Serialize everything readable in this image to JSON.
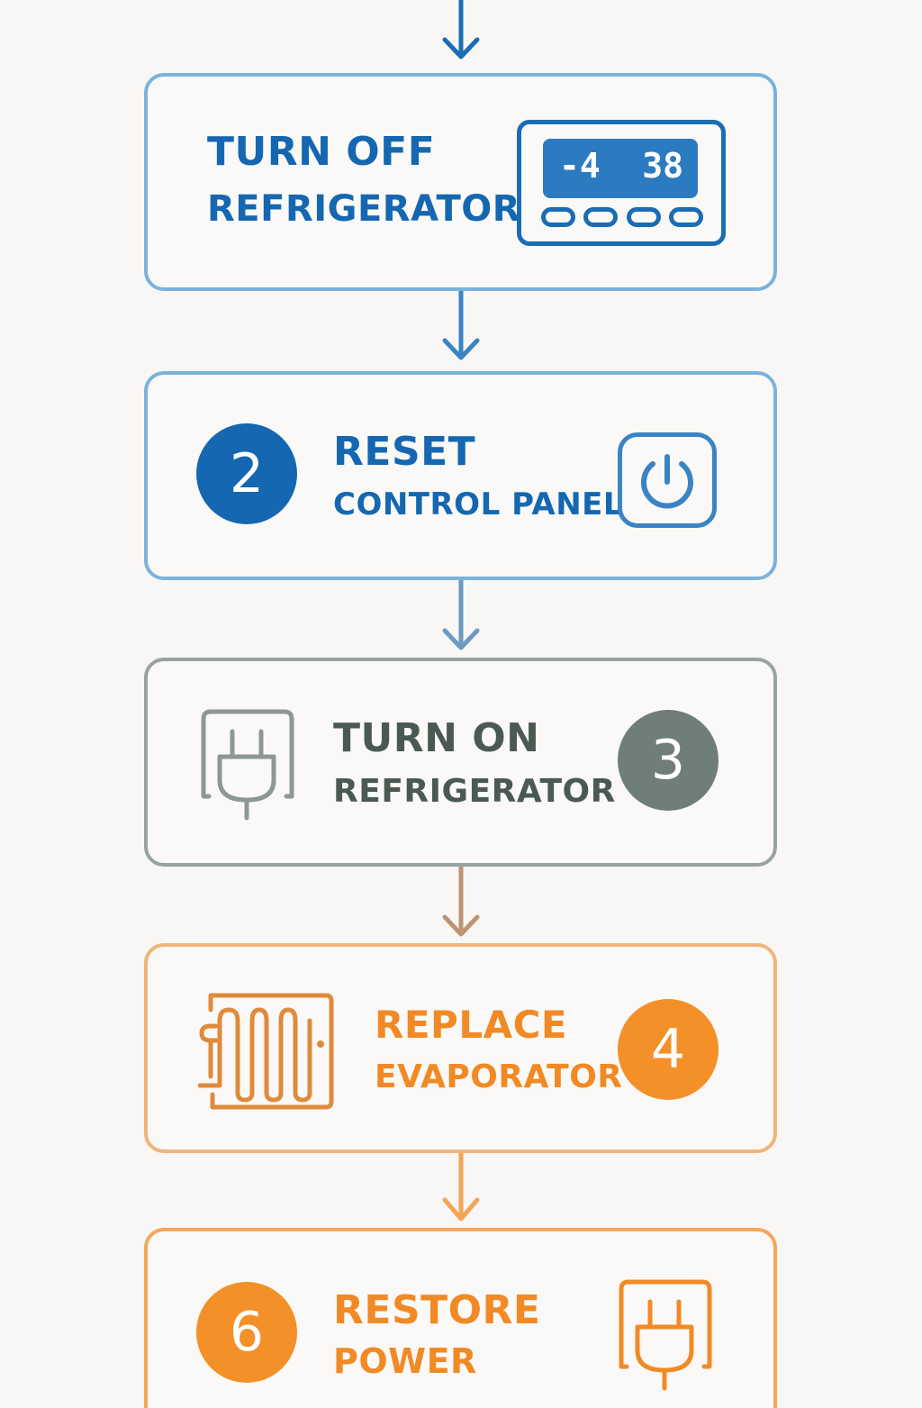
{
  "flowchart": {
    "colors": {
      "blue_dark": "#1467b0",
      "blue_border": "#7ab3dc",
      "gray_text": "#4a5a52",
      "gray_border": "#98a39e",
      "gray_badge": "#6f7e78",
      "orange_text": "#f18a25",
      "orange_border": "#f0b57a",
      "orange_badge": "#f39028",
      "connector_blue": "#1d6db5",
      "connector_steel": "#6d9ac0",
      "connector_brown": "#c09472",
      "connector_orange": "#f3a655"
    },
    "steps": [
      {
        "title_line1": "TURN OFF",
        "title_line2": "REFRIGERATOR",
        "badge": "",
        "icon": "thermostat-display-icon",
        "display_left": "-4",
        "display_right": "38"
      },
      {
        "title_line1": "RESET",
        "title_line2": "CONTROL PANEL",
        "badge": "2",
        "icon": "power-button-icon"
      },
      {
        "title_line1": "TURN ON",
        "title_line2": "REFRIGERATOR",
        "badge": "3",
        "icon": "plug-icon"
      },
      {
        "title_line1": "REPLACE",
        "title_line2": "EVAPORATOR",
        "badge": "4",
        "icon": "evaporator-coil-icon"
      },
      {
        "title_line1": "RESTORE",
        "title_line2": "POWER",
        "badge": "6",
        "icon": "plug-icon"
      }
    ]
  }
}
